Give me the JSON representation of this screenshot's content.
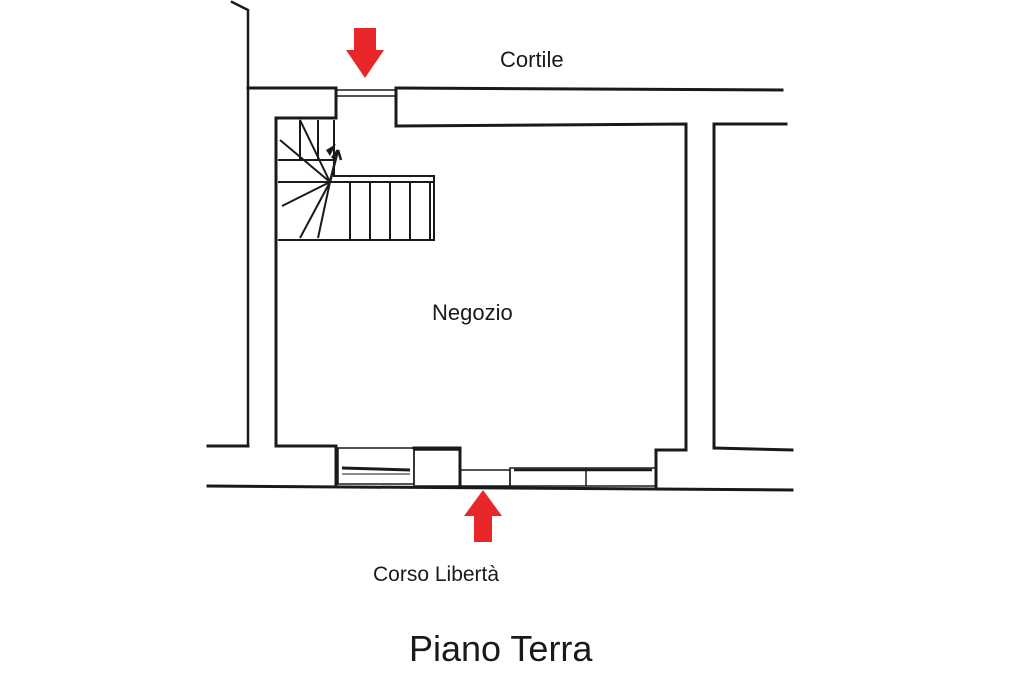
{
  "labels": {
    "courtyard": "Cortile",
    "room": "Negozio",
    "street": "Corso Libertà",
    "floor_title": "Piano Terra"
  },
  "colors": {
    "wall": "#1a1a1a",
    "arrow": "#e8272a",
    "background": "#ffffff"
  },
  "icons": {
    "top_arrow": "arrow-down-icon",
    "bottom_arrow": "arrow-up-icon"
  }
}
